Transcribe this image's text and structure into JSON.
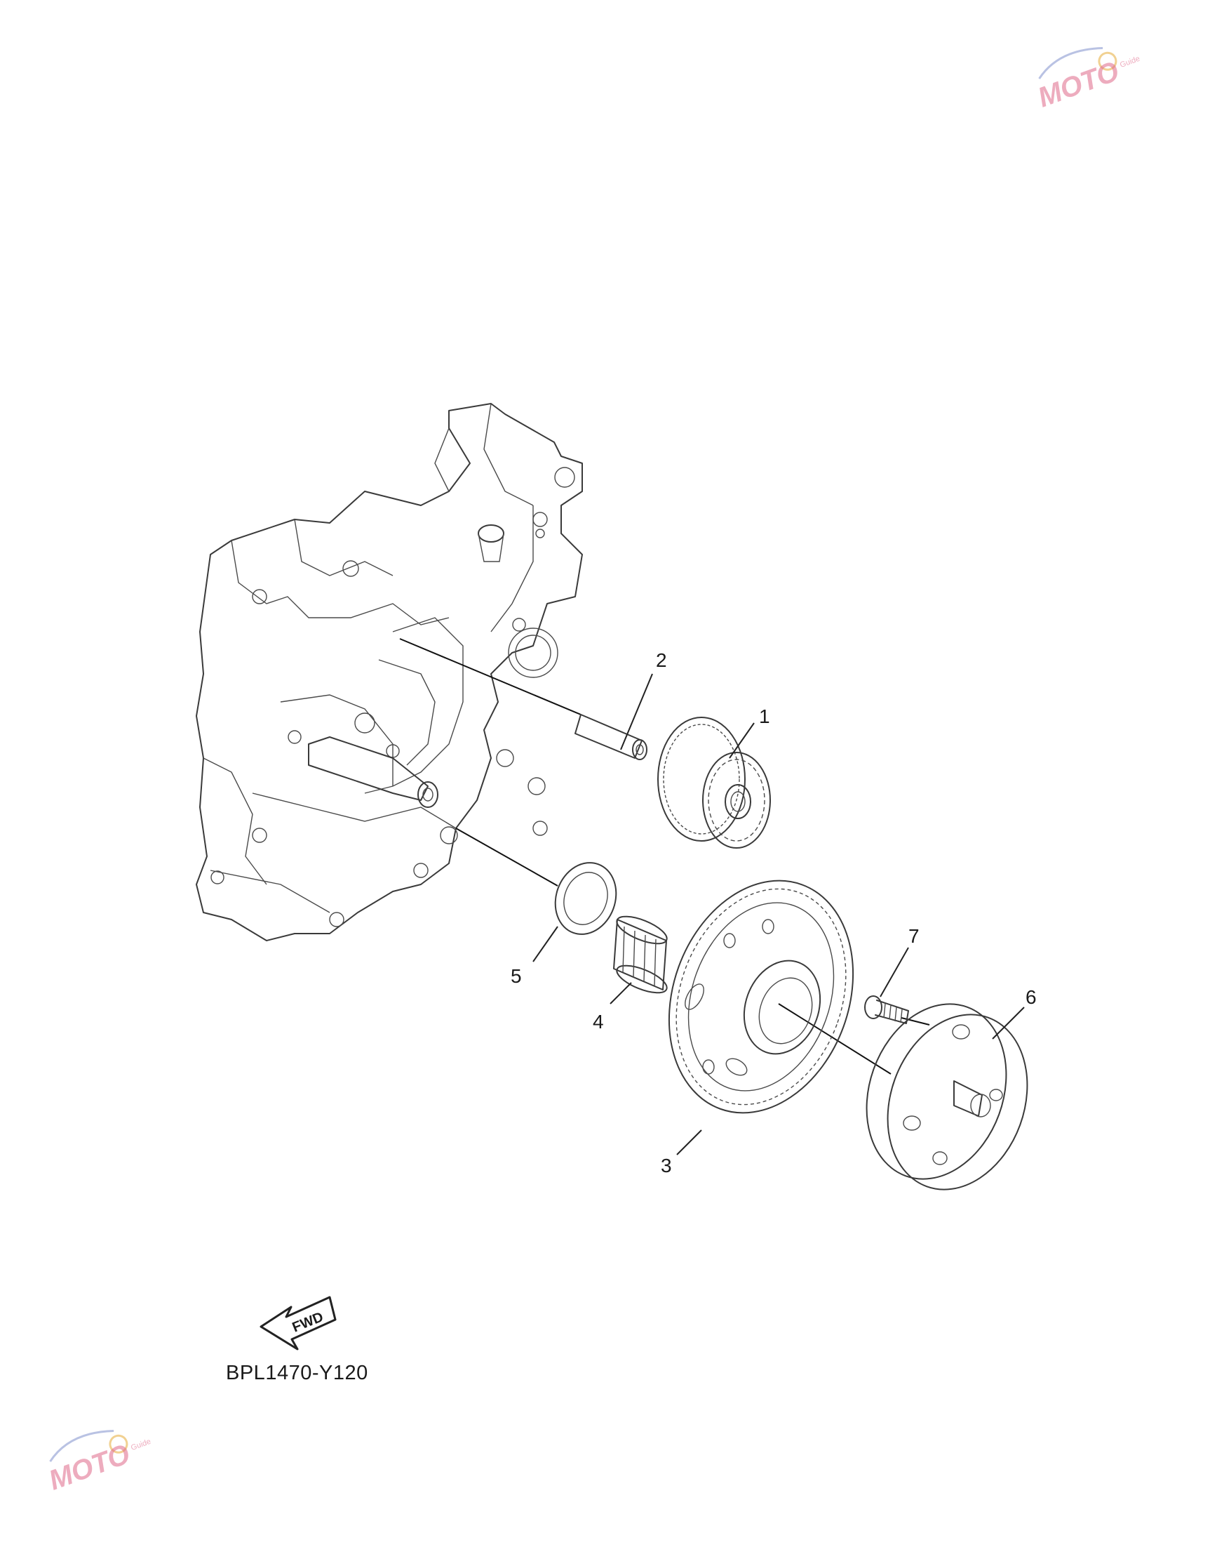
{
  "watermark": {
    "text": "MOTO",
    "sub": "Guide",
    "color": "#e06a8a"
  },
  "callouts": {
    "c1": "1",
    "c2": "2",
    "c3": "3",
    "c4": "4",
    "c5": "5",
    "c6": "6",
    "c7": "7"
  },
  "fwd_label": "FWD",
  "diagram_code": "BPL1470-Y120"
}
